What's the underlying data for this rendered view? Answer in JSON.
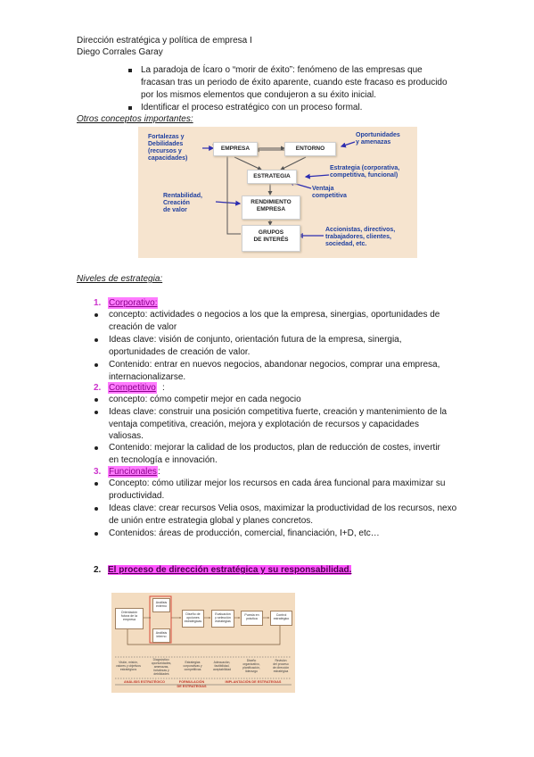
{
  "header": {
    "line1": "Dirección estratégica y política de empresa I",
    "line2": "Diego Corrales Garay"
  },
  "intro_bullets": [
    [
      "La paradoja de Ícaro o “morir de éxito”: fenómeno de las empresas que",
      "fracasan tras un periodo de éxito aparente, cuando este fracaso es producido",
      "por los mismos elementos que condujeron a su éxito inicial."
    ],
    [
      "Identificar el proceso estratégico con un proceso formal."
    ]
  ],
  "otros_conceptos": "Otros conceptos importantes:",
  "fig1": {
    "boxes": {
      "empresa": "EMPRESA",
      "entorno": "ENTORNO",
      "estrategia": "ESTRATEGIA",
      "rendimiento": [
        "RENDIMIENTO",
        "EMPRESA"
      ],
      "grupos": [
        "GRUPOS",
        "DE INTERÉS"
      ]
    },
    "labels": {
      "fortalezas": [
        "Fortalezas y",
        "Debilidades",
        "(recursos y",
        "capacidades)"
      ],
      "oportunidades": [
        "Oportunidades",
        "y amenazas"
      ],
      "estrategia_tipos": [
        "Estrategia (corporativa,",
        "competitiva, funcional)"
      ],
      "ventaja": [
        "Ventaja",
        "competitiva"
      ],
      "rentabilidad": [
        "Rentabilidad,",
        "Creación",
        "de valor"
      ],
      "accionistas": [
        "Accionistas, directivos,",
        "trabajadores, clientes,",
        "sociedad, etc."
      ]
    },
    "colors": {
      "background": "#f6e4cf",
      "label": "#1f3f9f",
      "arrow": "#2d2db0"
    }
  },
  "niveles_title": "Niveles de estrategia:",
  "niveles": [
    {
      "num": "1.",
      "name": "Corporativo:",
      "items": [
        [
          "concepto: actividades o negocios a los que la empresa, sinergias, oportunidades de",
          "creación de valor"
        ],
        [
          "Ideas clave: visión de conjunto, orientación futura de la empresa, sinergia,",
          "oportunidades de creación de valor."
        ],
        [
          "Contenido: entrar en nuevos negocios, abandonar negocios, comprar una empresa,",
          "internacionalizarse."
        ]
      ]
    },
    {
      "num": "2.",
      "name": "Competitivo",
      "suffix": ":",
      "items": [
        [
          "concepto: cómo competir mejor en cada negocio"
        ],
        [
          "Ideas clave: construir una posición competitiva fuerte, creación y mantenimiento de la",
          "ventaja competitiva, creación, mejora y explotación de recursos y capacidades",
          "valiosas."
        ],
        [
          "Contenido: mejorar la calidad de los productos, plan de reducción de costes, invertir",
          "en tecnología e innovación."
        ]
      ]
    },
    {
      "num": "3.",
      "name": "Funcionales",
      "suffix": ":",
      "items": [
        [
          "Concepto: cómo utilizar mejor los recursos en cada área funcional para maximizar su",
          "productividad."
        ],
        [
          "Ideas clave: crear recursos Velia osos, maximizar la productividad de los recursos, nexo",
          "de unión entre estrategia global y planes concretos."
        ],
        [
          "Contenidos: áreas de producción, comercial, financiación, I+D, etc…"
        ]
      ]
    }
  ],
  "section2": {
    "num": "2.",
    "title": "El proceso de dirección estratégica y su responsabilidad."
  },
  "fig2": {
    "boxes": {
      "orientacion": [
        "Orientación",
        "futura de la",
        "empresa"
      ],
      "analisis_ext": [
        "Análisis",
        "externo"
      ],
      "analisis_int": [
        "Análisis",
        "interno"
      ],
      "diseno": [
        "Diseño de",
        "opciones",
        "estratégicas"
      ],
      "evaluacion": [
        "Evaluación",
        "y selección",
        "estrategias"
      ],
      "puesta": [
        "Puesta en",
        "práctica"
      ],
      "control": [
        "Control",
        "estratégico"
      ]
    },
    "subs": {
      "s1": [
        "Visión, misión,",
        "valores y objetivos",
        "estratégicos"
      ],
      "s2": [
        "Diagnóstico:",
        "oportunidades,",
        "amenazas,",
        "fortalezas y",
        "debilidades"
      ],
      "s3": [
        "Estrategias",
        "corporativas y",
        "competitivas"
      ],
      "s4": [
        "Adecuación,",
        "factibilidad,",
        "aceptabilidad"
      ],
      "s5": [
        "Diseño",
        "organizativo,",
        "planificación,",
        "liderazgo"
      ],
      "s6": [
        "Revisión",
        "del proceso",
        "de dirección",
        "estratégica"
      ]
    },
    "phases": {
      "p1": "ANÁLISIS ESTRATÉGICO",
      "p2": [
        "FORMULACIÓN",
        "DE ESTRATEGIAS"
      ],
      "p3": "IMPLANTACIÓN DE ESTRATEGIAS"
    },
    "colors": {
      "background": "#f3dcc0",
      "phase": "#c0392b",
      "highlight": "#ff55ff",
      "level_title": "#cc33cc"
    }
  }
}
